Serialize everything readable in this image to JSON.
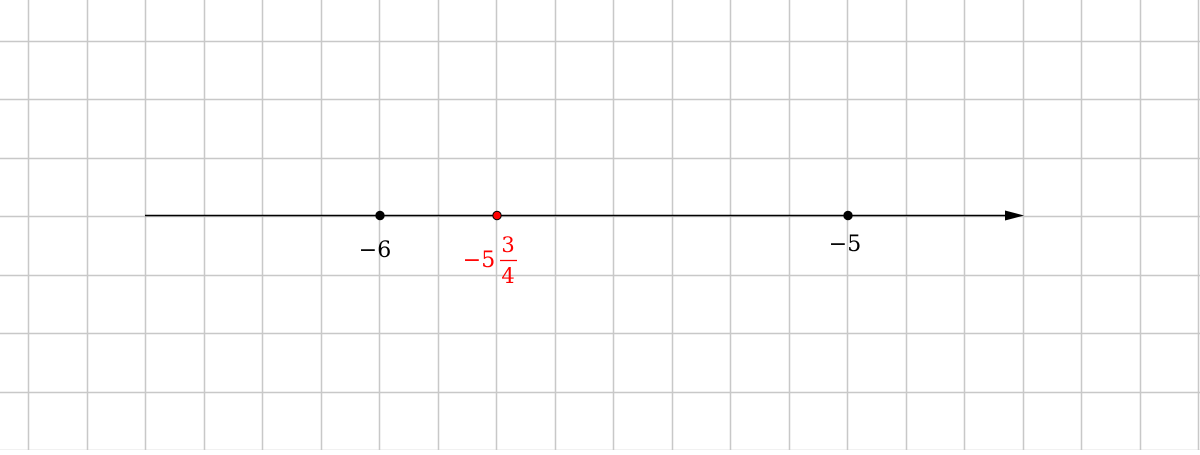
{
  "number_line": {
    "points": [
      {
        "value": -6,
        "label": "−6",
        "color": "#000000"
      },
      {
        "value": -5.75,
        "label_whole": "−5",
        "label_num": "3",
        "label_den": "4",
        "color": "#ff0000"
      },
      {
        "value": -5,
        "label": "−5",
        "color": "#000000"
      }
    ],
    "grid_color": "#c8c8c8",
    "axis_color": "#000000"
  }
}
